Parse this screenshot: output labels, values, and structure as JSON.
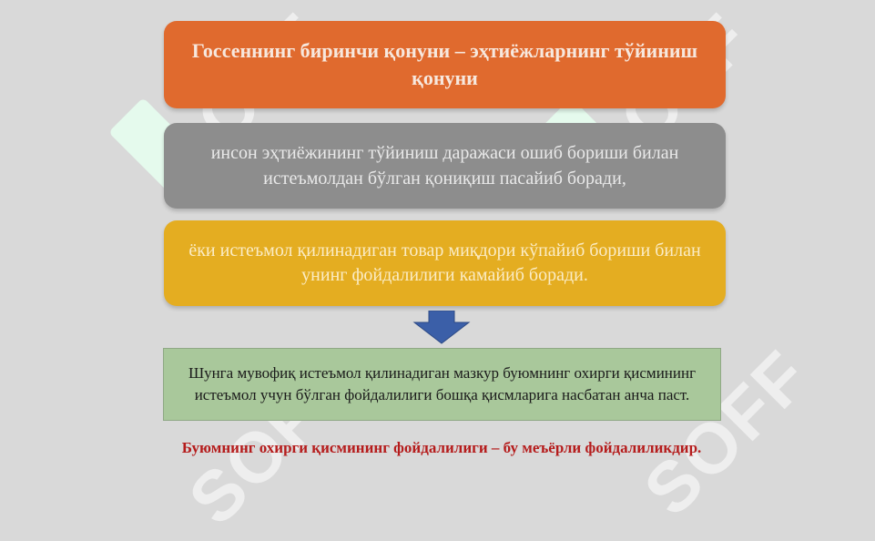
{
  "diagram": {
    "title": "Госсеннинг биринчи қонуни – эҳтиёжларнинг тўйиниш қонуни",
    "statement_1": "инсон эҳтиёжининг тўйиниш даражаси ошиб бориши билан истеъмолдан бўлган қониқиш пасайиб боради,",
    "statement_2": "ёки истеъмол қилинадиган товар миқдори кўпайиб бориши билан унинг фойдалилиги камайиб боради.",
    "result": "Шунга мувофиқ истеъмол қилинадиган мазкур буюмнинг охирги қисмининг истеъмол учун бўлган фойдалилиги бошқа қисмларига насбатан анча паст.",
    "conclusion": "Буюмнинг охирги қисмининг фойдалилиги – бу меъёрли фойдалиликдир."
  },
  "watermark": {
    "text": "SOFF"
  },
  "colors": {
    "title_box": "#e06a2e",
    "statement_1_box": "#8d8d8d",
    "statement_2_box": "#e4ad21",
    "arrow": "#3b5fa8",
    "result_box": "#a9c89b",
    "conclusion_text": "#b51c1c"
  }
}
